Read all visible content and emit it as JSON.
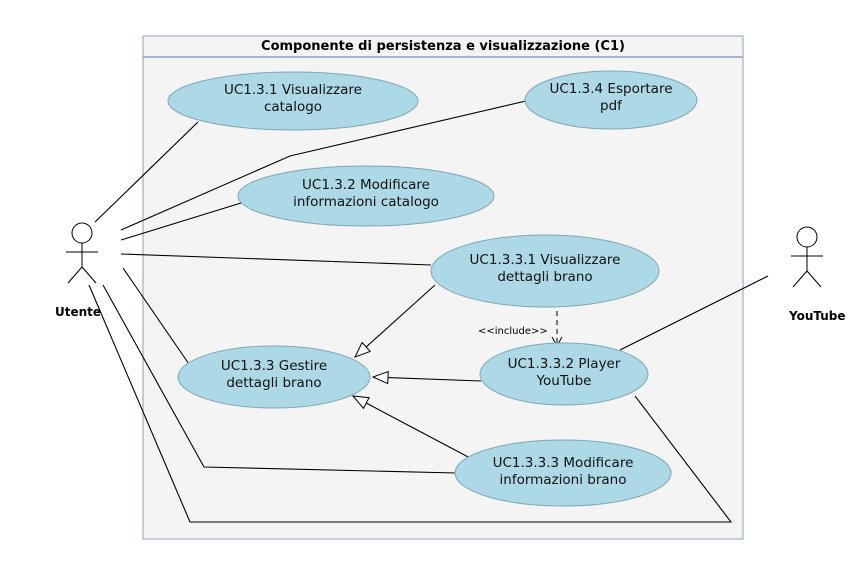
{
  "system": {
    "title": "Componente di persistenza e visualizzazione (C1)"
  },
  "actors": {
    "utente": {
      "name": "Utente"
    },
    "youtube": {
      "name": "YouTube"
    }
  },
  "use_cases": {
    "uc131": {
      "line1": "UC1.3.1 Visualizzare",
      "line2": "catalogo"
    },
    "uc134": {
      "line1": "UC1.3.4 Esportare",
      "line2": "pdf"
    },
    "uc132": {
      "line1": "UC1.3.2 Modificare",
      "line2": "informazioni catalogo"
    },
    "uc1331": {
      "line1": "UC1.3.3.1 Visualizzare",
      "line2": "dettagli brano"
    },
    "uc133": {
      "line1": "UC1.3.3 Gestire",
      "line2": "dettagli brano"
    },
    "uc1332": {
      "line1": "UC1.3.3.2 Player",
      "line2": "YouTube"
    },
    "uc1333": {
      "line1": "UC1.3.3.3 Modificare",
      "line2": "informazioni brano"
    }
  },
  "relations": {
    "include_label": "<<include>>"
  },
  "colors": {
    "usecase_fill": "#add8e6",
    "usecase_stroke": "#7fa7b8",
    "system_fill": "#f4f4f4",
    "system_stroke": "#8aa0c0"
  }
}
